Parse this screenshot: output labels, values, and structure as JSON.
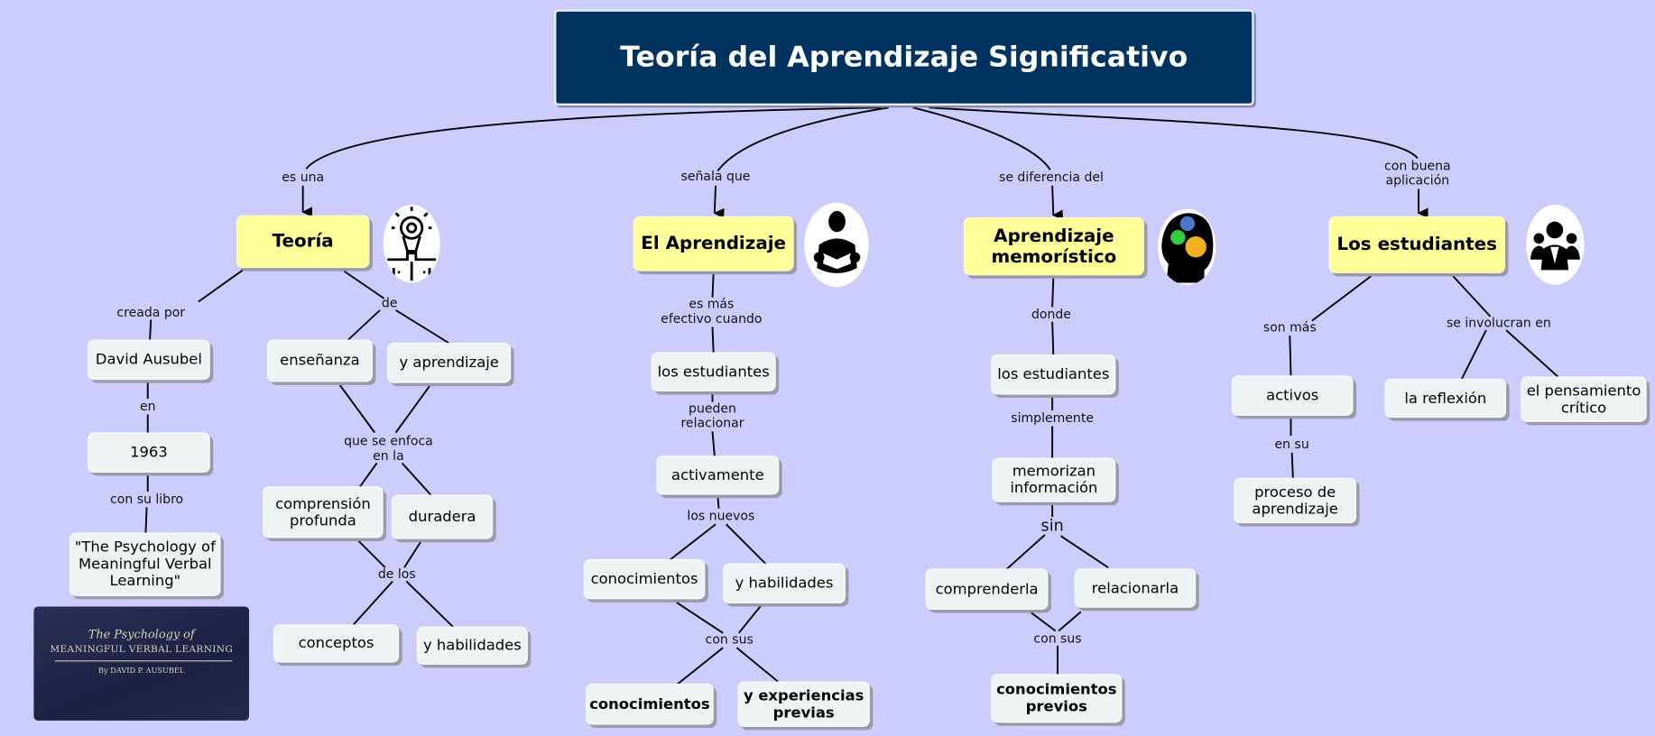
{
  "title": "Teoría del Aprendizaje Significativo",
  "colors": {
    "background": "#ccccfd",
    "title_bg": "#00335f",
    "main_node": "#ffff99",
    "node": "#eef4f4",
    "line": "#000000"
  },
  "main_concepts": {
    "teoria": "Teoría",
    "aprendizaje": "El Aprendizaje",
    "memoristico": "Aprendizaje\nmemorístico",
    "estudiantes": "Los estudiantes"
  },
  "icons": {
    "teoria": "lightbulb-icon",
    "aprendizaje": "person-reading-icon",
    "memoristico": "head-gears-icon",
    "estudiantes": "group-people-icon"
  },
  "nodes": {
    "david": "David Ausubel",
    "year": "1963",
    "book_title": "\"The Psychology of\nMeaningful Verbal\nLearning\"",
    "ensenanza": "enseñanza",
    "y_aprendizaje": "y aprendizaje",
    "comprension": "comprensión\nprofunda",
    "duradera": "duradera",
    "conceptos": "conceptos",
    "habilidades_1": "y habilidades",
    "estudiantes_1": "los estudiantes",
    "activamente": "activamente",
    "conocimientos_1": "conocimientos",
    "habilidades_2": "y habilidades",
    "conocimientos_2": "conocimientos",
    "experiencias": "y experiencias\nprevias",
    "estudiantes_2": "los estudiantes",
    "memorizan": "memorizan\ninformación",
    "comprenderla": "comprenderla",
    "relacionarla": "relacionarla",
    "previos": "conocimientos\nprevios",
    "activos": "activos",
    "proceso": "proceso de\naprendizaje",
    "reflexion": "la reflexión",
    "pensamiento": "el pensamiento\ncrítico"
  },
  "links": {
    "es_una": "es una",
    "senala_que": "señala que",
    "se_diferencia": "se diferencia del",
    "con_buena": "con buena\naplicación",
    "creada_por": "creada por",
    "de": "de",
    "en": "en",
    "con_su_libro": "con su libro",
    "que_se_enfoca": "que se enfoca\nen la",
    "de_los": "de los",
    "es_mas": "es más\nefectivo cuando",
    "pueden": "pueden\nrelacionar",
    "los_nuevos": "los nuevos",
    "con_sus_1": "con sus",
    "donde": "donde",
    "simplemente": "simplemente",
    "sin": "sin",
    "con_sus_2": "con sus",
    "son_mas": "son más",
    "se_involucran": "se involucran en",
    "en_su": "en su"
  },
  "book_cover": {
    "line1": "The Psychology of",
    "line2": "MEANINGFUL VERBAL LEARNING",
    "line3": "By DAVID P. AUSUBEL"
  }
}
